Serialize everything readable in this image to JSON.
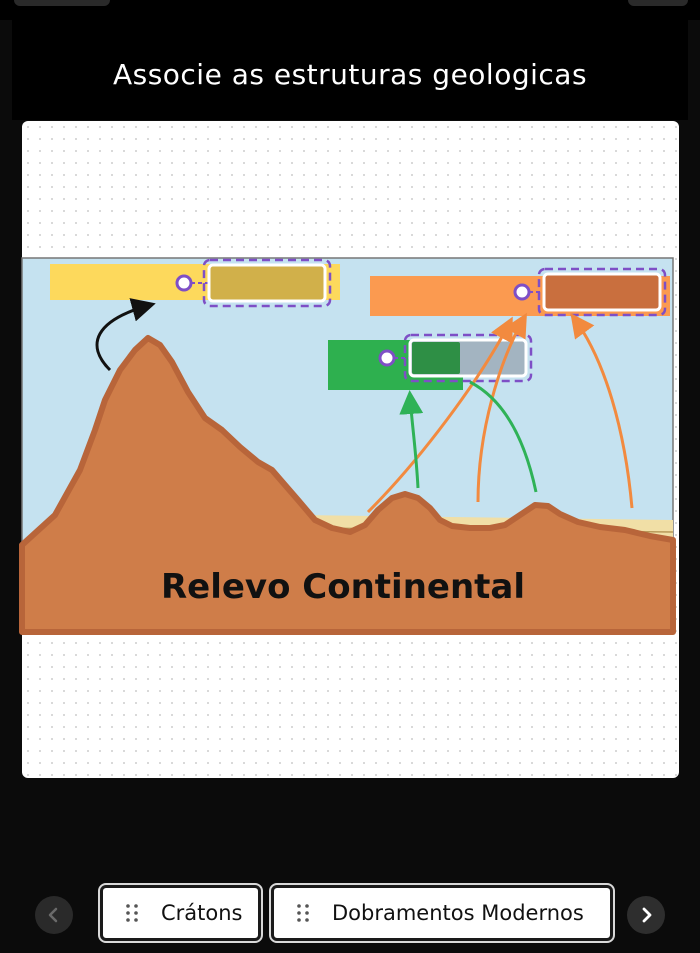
{
  "title": "Associe as estruturas geologicas",
  "diagram": {
    "caption": "Relevo Continental",
    "colors": {
      "sky": "#c5e2f0",
      "ground": "#cf7d49",
      "mountain": "#cf7d49",
      "sand": "#f1dfa6",
      "yellow_label": "#fdd95c",
      "orange_label": "#fb9a50",
      "green_label": "#2eb04f",
      "drop_outline": "#7e4fc6",
      "arrow_orange": "#f28a3f",
      "arrow_green": "#2fb257"
    }
  },
  "drop_zones": [
    {
      "name": "yellow-drop-zone",
      "fill": "#d1b04a"
    },
    {
      "name": "orange-drop-zone",
      "fill": "#c96f3e"
    },
    {
      "name": "green-drop-zone",
      "fill_left": "#2e8f45",
      "fill_right": "#a3b4c1"
    }
  ],
  "choices": {
    "item1": "Crátons",
    "item2": "Dobramentos Modernos"
  },
  "nav": {
    "prev_icon": "chevron-left-icon",
    "next_icon": "chevron-right-icon"
  }
}
